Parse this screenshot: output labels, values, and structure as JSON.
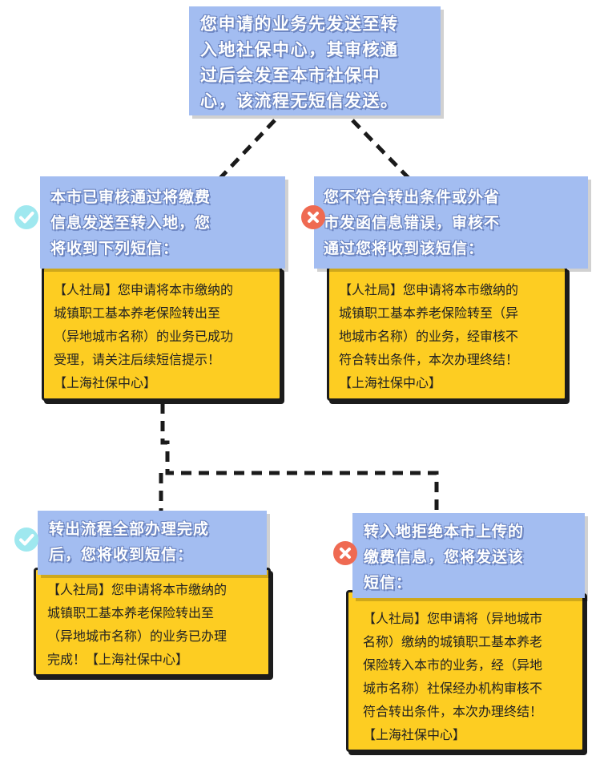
{
  "top_note": "您申请的业务先发送至转入地社保中心，其审核通过后会发至本市社保中心，该流程无短信发送。",
  "top_note_lines": [
    "您申请的业务先发送至转",
    "入地社保中心，其审核通",
    "过后会发至本市社保中",
    "心，该流程无短信发送。"
  ],
  "branches": [
    {
      "status": "approved",
      "icon": "check-circle-icon",
      "header_lines": [
        "本市已审核通过将缴费",
        "信息发送至转入地，您",
        "将收到下列短信："
      ],
      "message_lines": [
        "【人社局】您申请将本市缴纳的",
        "城镇职工基本养老保险转出至",
        "（异地城市名称）的业务已成功",
        "受理，请关注后续短信提示！",
        "【上海社保中心】"
      ]
    },
    {
      "status": "rejected",
      "icon": "cross-circle-icon",
      "header_lines": [
        "您不符合转出条件或外省",
        "市发函信息错误，审核不",
        "通过您将收到该短信："
      ],
      "message_lines": [
        "【人社局】您申请将本市缴纳的",
        "城镇职工基本养老保险转至（异",
        "地城市名称）的业务，经审核不",
        "符合转出条件，本次办理终结！",
        "【上海社保中心】"
      ]
    },
    {
      "status": "completed",
      "icon": "check-circle-icon",
      "header_lines": [
        "转出流程全部办理完成",
        "后，您将收到短信："
      ],
      "message_lines": [
        "【人社局】您申请将本市缴纳的",
        "城镇职工基本养老保险转出至",
        "（异地城市名称）的业务已办理",
        "完成！【上海社保中心】"
      ]
    },
    {
      "status": "refused",
      "icon": "cross-circle-icon",
      "header_lines": [
        "转入地拒绝本市上传的",
        "缴费信息，您将发送该",
        "短信："
      ],
      "message_lines": [
        "【人社局】您申请将（异地城市",
        "名称）缴纳的城镇职工基本养老",
        "保险转入本市的业务，经（异地",
        "城市名称）社保经办机构审核不",
        "符合转出条件，本次办理终结！",
        "【上海社保中心】"
      ]
    }
  ],
  "colors": {
    "header_bg": "#a3bdf1",
    "message_bg": "#fdcd22",
    "check": "#9fe8ef",
    "cross": "#ef6a52",
    "connector": "#1a1a1a"
  }
}
